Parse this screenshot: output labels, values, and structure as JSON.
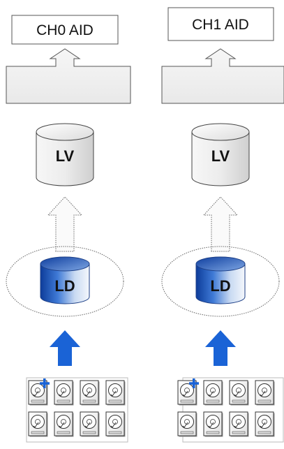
{
  "columns": [
    {
      "aid_label": "CH0 AID",
      "lv_label": "LV",
      "ld_label": "LD"
    },
    {
      "aid_label": "CH1 AID",
      "lv_label": "LV",
      "ld_label": "LD"
    }
  ],
  "colors": {
    "lv_fill": "#e6e6e6",
    "ld_blue": "#2a62c8",
    "arrow_blue": "#1a63d6",
    "bar_fill": "#efefef"
  },
  "icons": {
    "spare_disk": "disk-with-plus-icon",
    "disk": "hard-disk-icon"
  }
}
